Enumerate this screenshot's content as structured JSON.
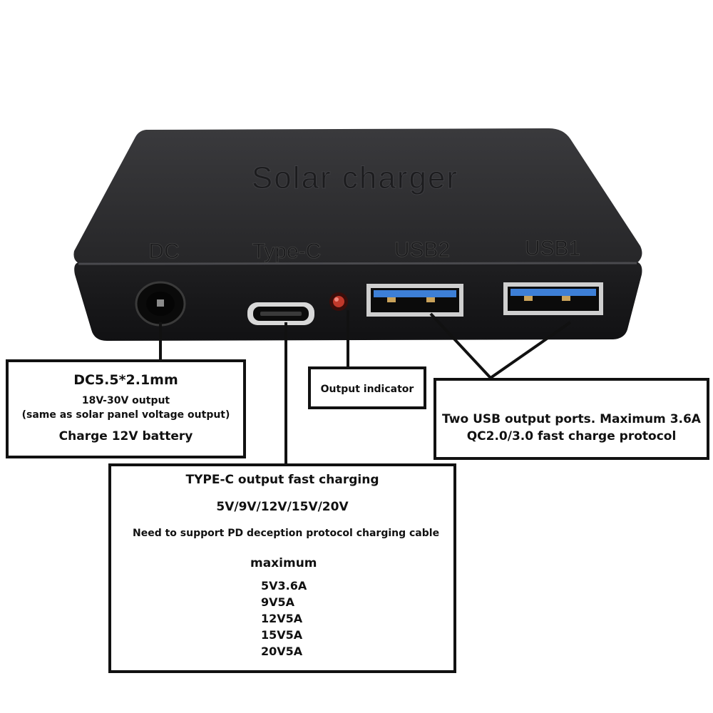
{
  "device": {
    "embossed_label": "Solar charger",
    "port_labels": {
      "dc": "DC",
      "type_c": "Type-C",
      "usb2": "USB2",
      "usb1": "USB1"
    },
    "body_color": "#2b2b2d",
    "port_accent_color": "#3d7fd6",
    "indicator_color": "#c0392b"
  },
  "callouts": {
    "dc": {
      "title": "DC5.5*2.1mm",
      "line1": "18V-30V output",
      "line2": "(same as solar panel voltage output)",
      "line3": "Charge 12V battery"
    },
    "indicator": {
      "label": "Output indicator"
    },
    "usb": {
      "line1": "Two USB output ports. Maximum 3.6A",
      "line2": "QC2.0/3.0 fast charge protocol"
    },
    "type_c": {
      "title": "TYPE-C output fast charging",
      "voltages": "5V/9V/12V/15V/20V",
      "note": "Need to support PD deception protocol charging cable",
      "maximum_label": "maximum",
      "specs": [
        "5V3.6A",
        "9V5A",
        "12V5A",
        "15V5A",
        "20V5A"
      ]
    }
  }
}
